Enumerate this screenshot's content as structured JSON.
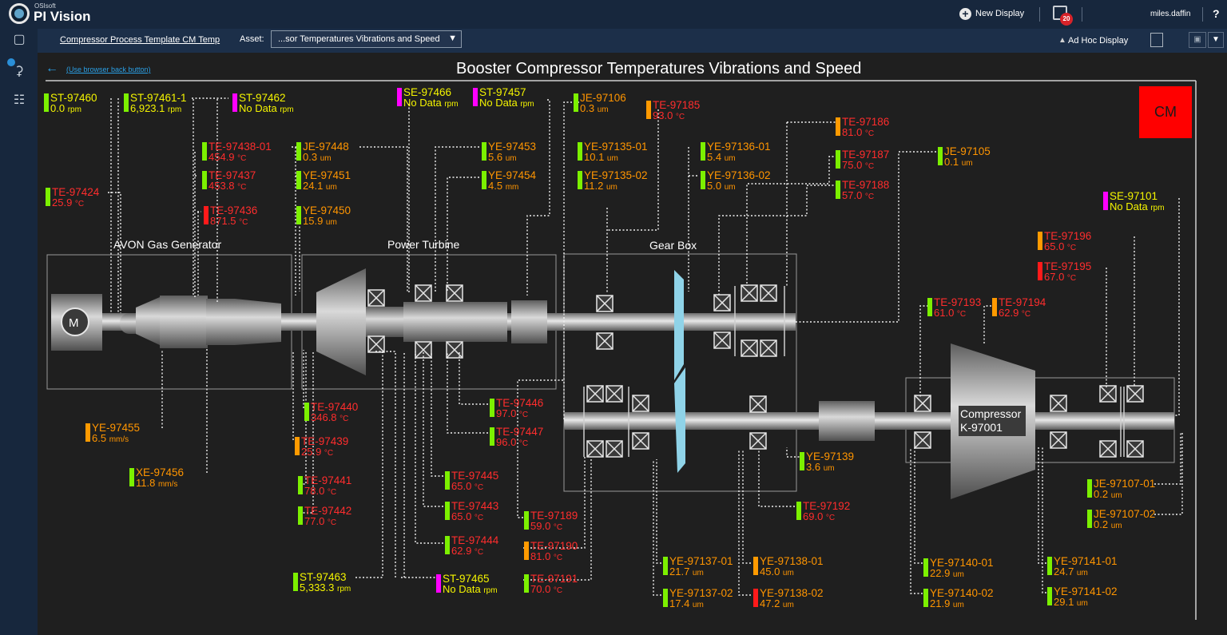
{
  "app": {
    "brand_small": "OSIsoft",
    "brand": "PI Vision",
    "new_display": "New Display",
    "notifications": "20",
    "user": "miles.daffin",
    "help": "?"
  },
  "toolbar": {
    "display_title": "Compressor Process Template CM Temp",
    "asset_label": "Asset:",
    "asset_value": "...sor Temperatures Vibrations and Speed",
    "adhoc": "Ad Hoc Display"
  },
  "canvas": {
    "back_link": "(Use browser back button)",
    "title": "Booster Compressor Temperatures Vibrations and Speed",
    "cm_label": "CM",
    "equipment": {
      "avon": "AVON Gas Generator",
      "power_turbine": "Power Turbine",
      "gear_box": "Gear Box",
      "compressor_1": "Compressor",
      "compressor_2": "K-97001",
      "motor": "M"
    }
  },
  "colors": {
    "green": "#7cf000",
    "orange": "#ff9a00",
    "magenta": "#ff00ff",
    "red": "#ff1a1a",
    "yellow_text": "#f4f400",
    "red_text": "#ff2d2d",
    "orange_text": "#ff9500"
  },
  "tags": [
    {
      "name": "ST-97460",
      "value": "0.0",
      "unit": "rpm",
      "bar": "green",
      "text": "yellow"
    },
    {
      "name": "ST-97461-1",
      "value": "6,923.1",
      "unit": "rpm",
      "bar": "green",
      "text": "yellow"
    },
    {
      "name": "ST-97462",
      "value": "No Data",
      "unit": "rpm",
      "bar": "magenta",
      "text": "yellow"
    },
    {
      "name": "SE-97466",
      "value": "No Data",
      "unit": "rpm",
      "bar": "magenta",
      "text": "yellow"
    },
    {
      "name": "ST-97457",
      "value": "No Data",
      "unit": "rpm",
      "bar": "magenta",
      "text": "yellow"
    },
    {
      "name": "JE-97106",
      "value": "0.3",
      "unit": "um",
      "bar": "green",
      "text": "orange"
    },
    {
      "name": "TE-97185",
      "value": "93.0",
      "unit": "°C",
      "bar": "orange",
      "text": "red"
    },
    {
      "name": "TE-97186",
      "value": "81.0",
      "unit": "°C",
      "bar": "orange",
      "text": "red"
    },
    {
      "name": "TE-97187",
      "value": "75.0",
      "unit": "°C",
      "bar": "green",
      "text": "red"
    },
    {
      "name": "JE-97105",
      "value": "0.1",
      "unit": "um",
      "bar": "green",
      "text": "orange"
    },
    {
      "name": "TE-97188",
      "value": "57.0",
      "unit": "°C",
      "bar": "green",
      "text": "red"
    },
    {
      "name": "TE-97438-01",
      "value": "454.9",
      "unit": "°C",
      "bar": "green",
      "text": "red"
    },
    {
      "name": "TE-97437",
      "value": "453.8",
      "unit": "°C",
      "bar": "green",
      "text": "red"
    },
    {
      "name": "TE-97436",
      "value": "871.5",
      "unit": "°C",
      "bar": "red",
      "text": "red"
    },
    {
      "name": "TE-97424",
      "value": "25.9",
      "unit": "°C",
      "bar": "green",
      "text": "red"
    },
    {
      "name": "JE-97448",
      "value": "0.3",
      "unit": "um",
      "bar": "green",
      "text": "orange"
    },
    {
      "name": "YE-97451",
      "value": "24.1",
      "unit": "um",
      "bar": "green",
      "text": "orange"
    },
    {
      "name": "YE-97450",
      "value": "15.9",
      "unit": "um",
      "bar": "green",
      "text": "orange"
    },
    {
      "name": "YE-97453",
      "value": "5.6",
      "unit": "um",
      "bar": "green",
      "text": "orange"
    },
    {
      "name": "YE-97454",
      "value": "4.5",
      "unit": "mm",
      "bar": "green",
      "text": "orange"
    },
    {
      "name": "YE-97135-01",
      "value": "10.1",
      "unit": "um",
      "bar": "green",
      "text": "orange"
    },
    {
      "name": "YE-97135-02",
      "value": "11.2",
      "unit": "um",
      "bar": "green",
      "text": "orange"
    },
    {
      "name": "YE-97136-01",
      "value": "5.4",
      "unit": "um",
      "bar": "green",
      "text": "orange"
    },
    {
      "name": "YE-97136-02",
      "value": "5.0",
      "unit": "um",
      "bar": "green",
      "text": "orange"
    },
    {
      "name": "SE-97101",
      "value": "No Data",
      "unit": "rpm",
      "bar": "magenta",
      "text": "yellow"
    },
    {
      "name": "TE-97196",
      "value": "65.0",
      "unit": "°C",
      "bar": "orange",
      "text": "red"
    },
    {
      "name": "TE-97195",
      "value": "67.0",
      "unit": "°C",
      "bar": "red",
      "text": "red"
    },
    {
      "name": "TE-97193",
      "value": "61.0",
      "unit": "°C",
      "bar": "green",
      "text": "red"
    },
    {
      "name": "TE-97194",
      "value": "62.9",
      "unit": "°C",
      "bar": "orange",
      "text": "red"
    },
    {
      "name": "YE-97455",
      "value": "6.5",
      "unit": "mm/s",
      "bar": "orange",
      "text": "orange"
    },
    {
      "name": "XE-97456",
      "value": "11.8",
      "unit": "mm/s",
      "bar": "green",
      "text": "orange"
    },
    {
      "name": "TE-97440",
      "value": "346.8",
      "unit": "°C",
      "bar": "green",
      "text": "red"
    },
    {
      "name": "TE-97439",
      "value": "25.9",
      "unit": "°C",
      "bar": "orange",
      "text": "red"
    },
    {
      "name": "TE-97441",
      "value": "78.0",
      "unit": "°C",
      "bar": "green",
      "text": "red"
    },
    {
      "name": "TE-97442",
      "value": "77.0",
      "unit": "°C",
      "bar": "green",
      "text": "red"
    },
    {
      "name": "ST-97463",
      "value": "5,333.3",
      "unit": "rpm",
      "bar": "green",
      "text": "yellow"
    },
    {
      "name": "ST-97465",
      "value": "No Data",
      "unit": "rpm",
      "bar": "magenta",
      "text": "yellow"
    },
    {
      "name": "TE-97446",
      "value": "97.0",
      "unit": "°C",
      "bar": "green",
      "text": "red"
    },
    {
      "name": "TE-97447",
      "value": "96.0",
      "unit": "°C",
      "bar": "green",
      "text": "red"
    },
    {
      "name": "TE-97445",
      "value": "65.0",
      "unit": "°C",
      "bar": "green",
      "text": "red"
    },
    {
      "name": "TE-97443",
      "value": "65.0",
      "unit": "°C",
      "bar": "green",
      "text": "red"
    },
    {
      "name": "TE-97444",
      "value": "62.9",
      "unit": "°C",
      "bar": "green",
      "text": "red"
    },
    {
      "name": "TE-97189",
      "value": "59.0",
      "unit": "°C",
      "bar": "green",
      "text": "red"
    },
    {
      "name": "TE-97190",
      "value": "81.0",
      "unit": "°C",
      "bar": "orange",
      "text": "red"
    },
    {
      "name": "TE-97191",
      "value": "70.0",
      "unit": "°C",
      "bar": "green",
      "text": "red"
    },
    {
      "name": "YE-97139",
      "value": "3.6",
      "unit": "um",
      "bar": "green",
      "text": "orange"
    },
    {
      "name": "TE-97192",
      "value": "69.0",
      "unit": "°C",
      "bar": "green",
      "text": "red"
    },
    {
      "name": "YE-97137-01",
      "value": "21.7",
      "unit": "um",
      "bar": "green",
      "text": "orange"
    },
    {
      "name": "YE-97137-02",
      "value": "17.4",
      "unit": "um",
      "bar": "green",
      "text": "orange"
    },
    {
      "name": "YE-97138-01",
      "value": "45.0",
      "unit": "um",
      "bar": "orange",
      "text": "orange"
    },
    {
      "name": "YE-97138-02",
      "value": "47.2",
      "unit": "um",
      "bar": "red",
      "text": "orange"
    },
    {
      "name": "YE-97140-01",
      "value": "22.9",
      "unit": "um",
      "bar": "green",
      "text": "orange"
    },
    {
      "name": "YE-97140-02",
      "value": "21.9",
      "unit": "um",
      "bar": "green",
      "text": "orange"
    },
    {
      "name": "YE-97141-01",
      "value": "24.7",
      "unit": "um",
      "bar": "green",
      "text": "orange"
    },
    {
      "name": "YE-97141-02",
      "value": "29.1",
      "unit": "um",
      "bar": "green",
      "text": "orange"
    },
    {
      "name": "JE-97107-01",
      "value": "0.2",
      "unit": "um",
      "bar": "green",
      "text": "orange"
    },
    {
      "name": "JE-97107-02",
      "value": "0.2",
      "unit": "um",
      "bar": "green",
      "text": "orange"
    }
  ]
}
